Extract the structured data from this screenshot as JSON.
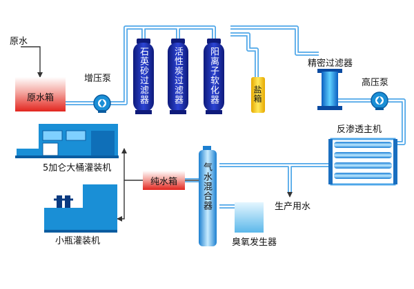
{
  "labels": {
    "raw_water": "原水",
    "raw_water_tank": "原水箱",
    "booster_pump": "增压泵",
    "quartz_sand_filter": "石英砂过滤器",
    "activated_carbon_filter": "活性炭过滤器",
    "cation_softener": "阳离子软化器",
    "salt_tank": "盐箱",
    "precision_filter": "精密过滤器",
    "high_pressure_pump": "高压泵",
    "ro_main_unit": "反渗透主机",
    "pure_water_tank": "纯水箱",
    "gas_water_mixer": "气水混合器",
    "production_water": "生产用水",
    "ozone_generator": "臭氧发生器",
    "gallon_filler": "5加仑大桶灌装机",
    "small_bottle_filler": "小瓶灌装机"
  },
  "colors": {
    "pipe": "#4da6e8",
    "flow_arrow": "#333333",
    "tank_red": "#e8302a",
    "vessel_blue": "#1d2fb0",
    "salt_yellow": "#f7d21a",
    "machine_blue": "#1a8fd6",
    "membrane_cyan": "#39b7ec"
  }
}
